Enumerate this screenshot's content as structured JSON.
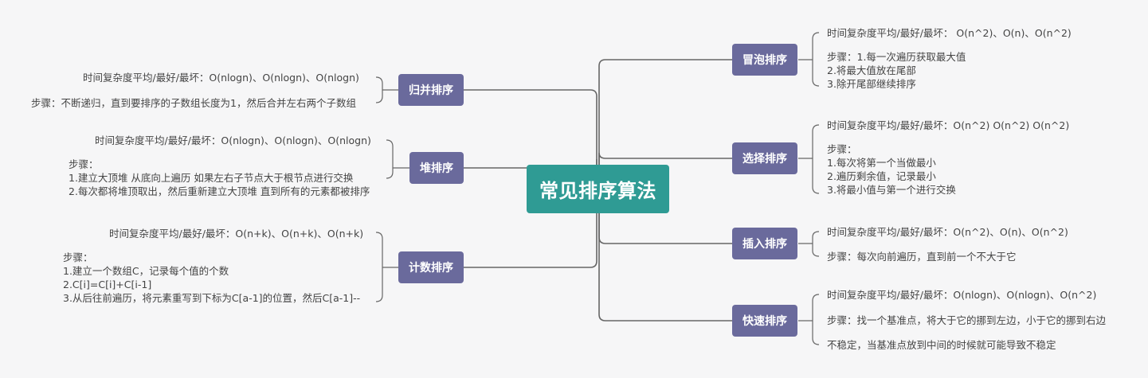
{
  "root": "常见排序算法",
  "left": {
    "merge": {
      "label": "归并排序",
      "complexity": "时间复杂度平均/最好/最坏：O(nlogn)、O(nlogn)、O(nlogn)",
      "steps": "步骤：不断递归，直到要排序的子数组长度为1，然后合并左右两个子数组"
    },
    "heap": {
      "label": "堆排序",
      "complexity": "时间复杂度平均/最好/最坏：O(nlogn)、O(nlogn)、O(nlogn)",
      "steps": [
        "步骤：",
        "1.建立大顶堆 从底向上遍历 如果左右子节点大于根节点进行交换",
        "2.每次都将堆顶取出，然后重新建立大顶堆 直到所有的元素都被排序"
      ]
    },
    "count": {
      "label": "计数排序",
      "complexity": "时间复杂度平均/最好/最坏：O(n+k)、O(n+k)、O(n+k)",
      "steps": [
        "步骤：",
        "1.建立一个数组C，记录每个值的个数",
        "2.C[i]=C[i]+C[i-1]",
        "3.从后往前遍历，将元素重写到下标为C[a-1]的位置，然后C[a-1]--"
      ]
    }
  },
  "right": {
    "bubble": {
      "label": "冒泡排序",
      "complexity": "时间复杂度平均/最好/最坏： O(n^2)、O(n)、O(n^2)",
      "steps": [
        "步骤：1.每一次遍历获取最大值",
        "2.将最大值放在尾部",
        "3.除开尾部继续排序"
      ]
    },
    "select": {
      "label": "选择排序",
      "complexity": "时间复杂度平均/最好/最坏：O(n^2) O(n^2) O(n^2)",
      "steps": [
        "步骤：",
        "1.每次将第一个当做最小",
        "2.遍历剩余值，记录最小",
        "3.将最小值与第一个进行交换"
      ]
    },
    "insert": {
      "label": "插入排序",
      "complexity": "时间复杂度平均/最好/最坏：O(n^2)、O(n)、O(n^2)",
      "steps": "步骤：每次向前遍历，直到前一个不大于它"
    },
    "quick": {
      "label": "快速排序",
      "complexity": "时间复杂度平均/最好/最坏：O(nlogn)、O(nlogn)、O(n^2)",
      "steps": "步骤：找一个基准点，将大于它的挪到左边，小于它的挪到右边",
      "note": "不稳定，当基准点放到中间的时候就可能导致不稳定"
    }
  },
  "colors": {
    "root": "#2f9b94",
    "node": "#6a6a9c",
    "line": "#666666",
    "background": "#f6f6f7"
  }
}
